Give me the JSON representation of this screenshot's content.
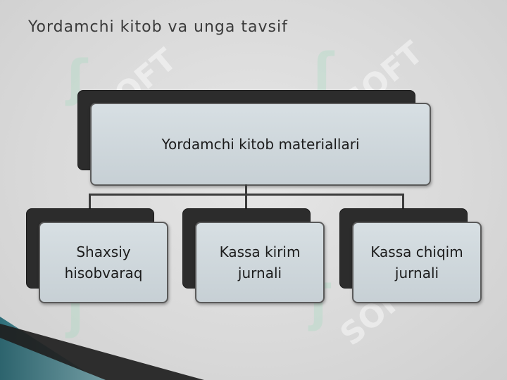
{
  "slide": {
    "title": "Yordamchi kitob va unga tavsif",
    "watermark": "SOFT"
  },
  "diagram": {
    "root": {
      "label": "Yordamchi kitob materiallari"
    },
    "children": [
      {
        "line1": "Shaxsiy",
        "line2": "hisobvaraq"
      },
      {
        "line1": "Kassa kirim",
        "line2": "jurnali"
      },
      {
        "line1": "Kassa chiqim",
        "line2": "jurnali"
      }
    ]
  },
  "colors": {
    "box_fill": "#cfd8dc",
    "box_border": "#5a5a5a",
    "shadow_box": "#2c2c2c",
    "connector": "#3c3c3c",
    "wedge_dark": "#1e1e1e",
    "wedge_teal": "#2f6f7a"
  }
}
